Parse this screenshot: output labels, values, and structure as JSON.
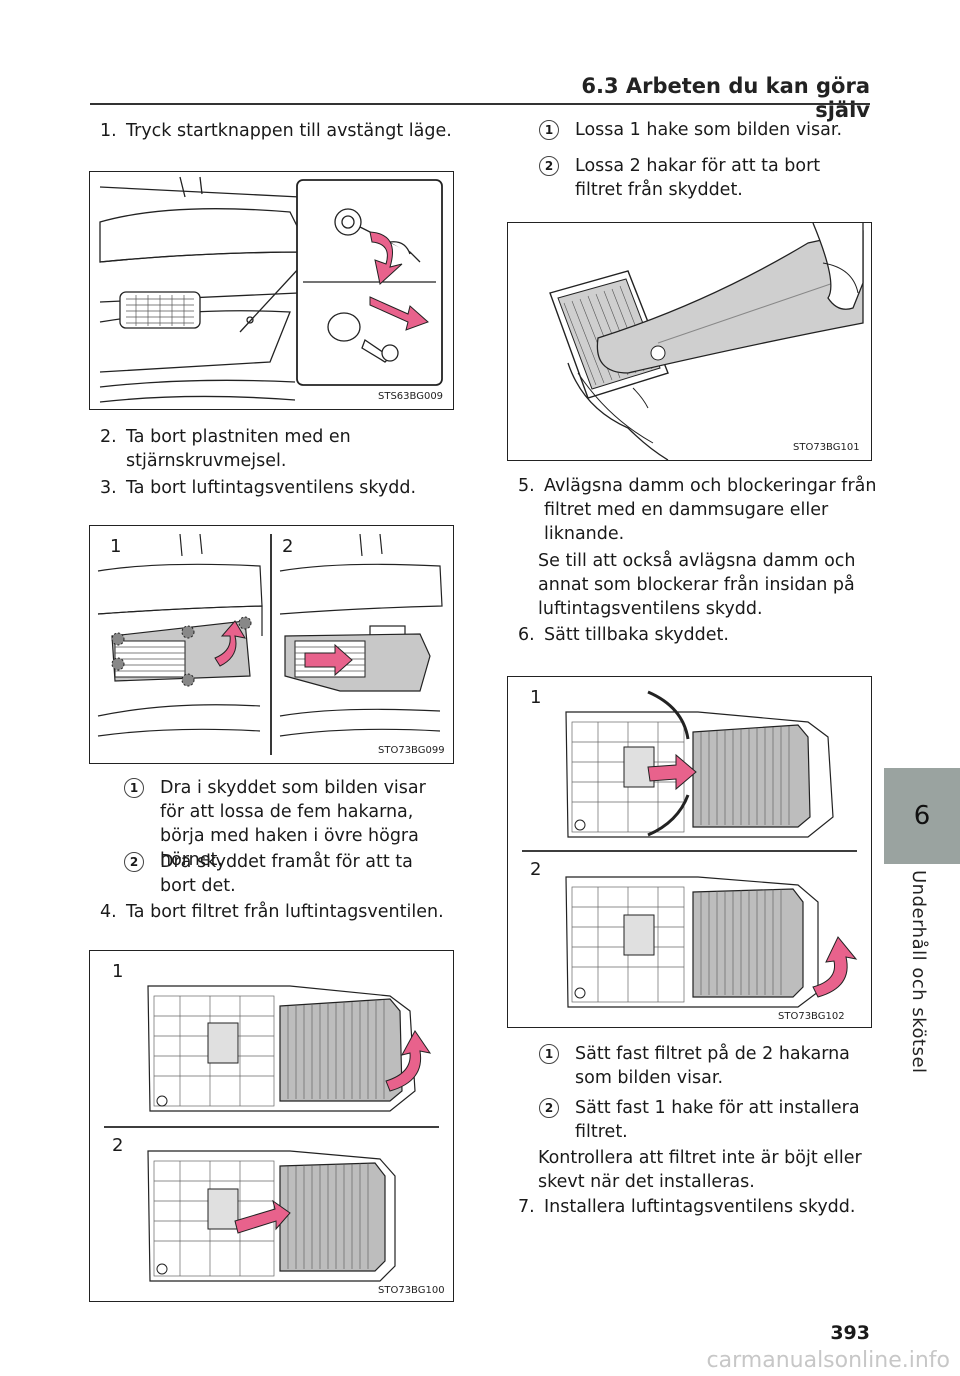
{
  "header": {
    "title": "6.3  Arbeten du kan göra själv"
  },
  "sidebar": {
    "chapter_number": "6",
    "chapter_title": "Underhåll och skötsel"
  },
  "page_number": "393",
  "watermark": "carmanualsonline.info",
  "left_column": {
    "step1": {
      "num": "1.",
      "text": "Tryck startknappen till avstängt läge."
    },
    "fig1": {
      "code": "STS63BG009"
    },
    "step2": {
      "num": "2.",
      "text": "Ta bort plastniten med en stjärnskruvmejsel."
    },
    "step3": {
      "num": "3.",
      "text": "Ta bort luftintagsventilens skydd."
    },
    "fig2": {
      "code": "STO73BG099",
      "label1": "1",
      "label2": "2"
    },
    "step3_sub1": {
      "num": "1",
      "text": "Dra i skyddet som bilden visar för att lossa de fem hakarna, börja med haken i övre högra hörnet."
    },
    "step3_sub2": {
      "num": "2",
      "text": "Dra skyddet framåt för att ta bort det."
    },
    "step4": {
      "num": "4.",
      "text": "Ta bort filtret från luftintagsventilen."
    },
    "fig3": {
      "code": "STO73BG100",
      "label1": "1",
      "label2": "2"
    }
  },
  "right_column": {
    "step4_sub1": {
      "num": "1",
      "text": "Lossa 1 hake som bilden visar."
    },
    "step4_sub2": {
      "num": "2",
      "text": "Lossa 2 hakar för att ta bort filtret från skyddet."
    },
    "fig4": {
      "code": "STO73BG101"
    },
    "step5": {
      "num": "5.",
      "text": "Avlägsna damm och blockeringar från filtret med en dammsugare eller liknande."
    },
    "step5_note": "Se till att också avlägsna damm och annat som blockerar från insidan på luftintagsventilens skydd.",
    "step6": {
      "num": "6.",
      "text": "Sätt tillbaka skyddet."
    },
    "fig5": {
      "code": "STO73BG102",
      "label1": "1",
      "label2": "2"
    },
    "step6_sub1": {
      "num": "1",
      "text": "Sätt fast filtret på de 2 hakarna som bilden visar."
    },
    "step6_sub2": {
      "num": "2",
      "text": "Sätt fast 1 hake för att installera filtret."
    },
    "step6_note": "Kontrollera att filtret inte är böjt eller skevt när det installeras.",
    "step7": {
      "num": "7.",
      "text": "Installera luftintagsventilens skydd."
    }
  },
  "colors": {
    "arrow_pink": "#e8628c",
    "sidebar_tab": "#9aa3a0",
    "filter_gray": "#bdbdbd"
  }
}
